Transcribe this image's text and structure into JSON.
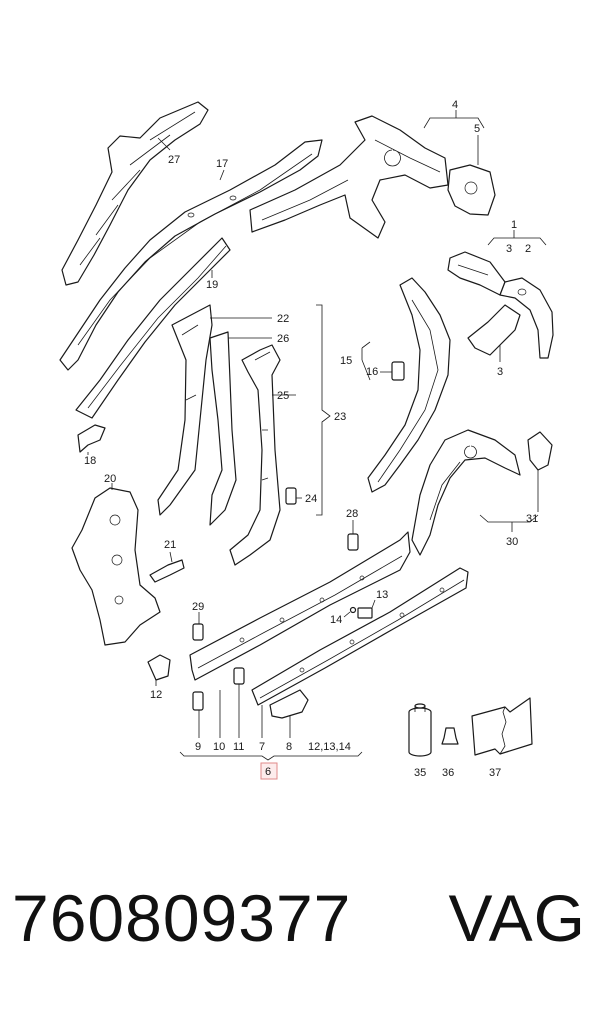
{
  "callouts": {
    "c1": "1",
    "c2": "2",
    "c3a": "3",
    "c3b": "3",
    "c4": "4",
    "c5": "5",
    "c6": "6",
    "c7": "7",
    "c8": "8",
    "c9": "9",
    "c10": "10",
    "c11": "11",
    "c12": "12",
    "c12_13_14": "12,13,14",
    "c13": "13",
    "c14": "14",
    "c15": "15",
    "c16": "16",
    "c17": "17",
    "c18": "18",
    "c19": "19",
    "c20": "20",
    "c21": "21",
    "c22": "22",
    "c23": "23",
    "c24": "24",
    "c25": "25",
    "c26": "26",
    "c27": "27",
    "c28": "28",
    "c29": "29",
    "c30": "30",
    "c31": "31",
    "c35": "35",
    "c36": "36",
    "c37": "37"
  },
  "footer": {
    "part_number": "760809377",
    "brand": "VAG"
  },
  "highlight_color": "#e08a8a"
}
